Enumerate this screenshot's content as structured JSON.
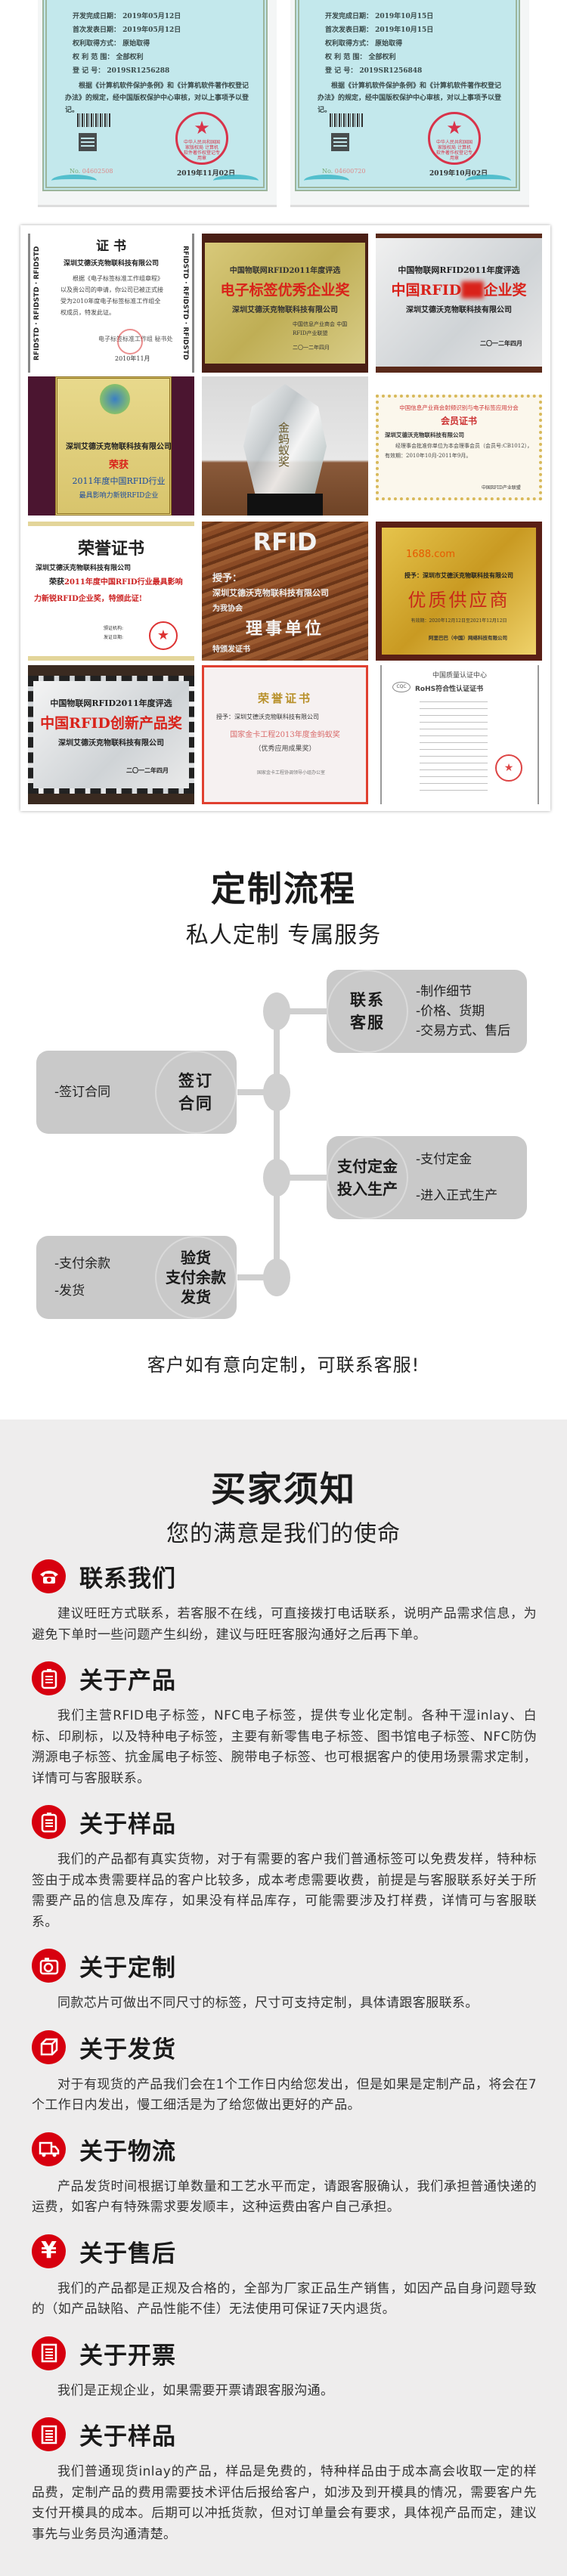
{
  "software_certs": [
    {
      "rows": [
        "开发完成日期：  2019年05月12日",
        "首次发表日期：  2019年05月12日",
        "权利取得方式：  原始取得",
        "权 利 范 围：  全部权利",
        "登   记   号：  2019SR1256288"
      ],
      "para": "根据《计算机软件保护条例》和《计算机软件著作权登记办法》的规定，经中国版权保护中心审核，对以上事项予以登记。",
      "seal": "中华人民共和国国家版权局 计算机软件著作权登记专用章",
      "no_label": "No.",
      "no": "04602508",
      "date": "2019年11月02日"
    },
    {
      "rows": [
        "开发完成日期：  2019年10月15日",
        "首次发表日期：  2019年10月15日",
        "权利取得方式：  原始取得",
        "权 利 范 围：  全部权利",
        "登   记   号：  2019SR1256848"
      ],
      "para": "根据《计算机软件保护条例》和《计算机软件著作权登记办法》的规定，经中国版权保护中心审核，对以上事项予以登记。",
      "seal": "中华人民共和国国家版权局 计算机软件著作权登记专用章",
      "no_label": "No.",
      "no": "04600720",
      "date": "2019年10月02日"
    }
  ],
  "honors": {
    "c1": {
      "title": "证 书",
      "company": "深圳艾德沃克物联科技有限公司",
      "body": "根据《电子标签标准工作组章程》以及贵公司的申请，你公司已被正式接受为2010年度电子标签标准工作组全权成员，特发此证。",
      "issuer": "电子标签标准工作组 秘书处",
      "date": "2010年11月",
      "side": "RFIDSTD · RFIDSTD · RFIDSTD"
    },
    "c2": {
      "top": "中国物联网RFID2011年度评选",
      "award": "电子标签优秀企业奖",
      "company": "深圳艾德沃克物联科技有限公司",
      "issuer": "中国信息产业商会 中国RFID产业联盟",
      "date": "二〇一二年四月"
    },
    "c3": {
      "top": "中国物联网RFID2011年度评选",
      "award_a": "中国RFID",
      "award_b": "企业奖",
      "company": "深圳艾德沃克物联科技有限公司",
      "date": "二〇一二年四月"
    },
    "c4": {
      "company": "深圳艾德沃克物联科技有限公司",
      "won": "荣获",
      "line1": "2011年度中国RFID行业",
      "line2": "最具影响力新锐RFID企业"
    },
    "c5": {
      "text": "金蚂蚁奖"
    },
    "c6": {
      "org": "中国信息产业商会射频识别与电子标签应用分会",
      "title": "会员证书",
      "company": "深圳艾德沃克物联科技有限公司",
      "body": "经理事会批准你单位为本会理事会员（会员号:CB1012），有效期：2010年10月-2011年9月。",
      "issuer": "中国RFID产业联盟"
    },
    "c7": {
      "title": "荣誉证书",
      "company": "深圳艾德沃克物联科技有限公司",
      "won": "荣获",
      "body": "2011年度中国RFID行业最具影响力新锐RFID企业奖，特颁此证!",
      "issuer": "颁证机构:",
      "date": "发证日期:"
    },
    "c8": {
      "logo": "RFID",
      "grant": "授予：",
      "company": "深圳艾德沃克物联科技有限公司",
      "assoc": "为我协会",
      "role": "理事单位",
      "note": "特颁发证书"
    },
    "c9": {
      "logo": "1688.com",
      "grant": "授予：深圳市艾德沃克物联科技有限公司",
      "award": "优质供应商",
      "valid": "有效期：2020年12月12日至2021年12月12日",
      "issuer": "阿里巴巴（中国）网络科技有限公司"
    },
    "c10": {
      "top": "中国物联网RFID2011年度评选",
      "award": "中国RFID创新产品奖",
      "company": "深圳艾德沃克物联科技有限公司",
      "date": "二〇一二年四月"
    },
    "c11": {
      "title": "荣誉证书",
      "grant": "授予：深圳艾德沃克物联科技有限公司",
      "award": "国家金卡工程2013年度金蚂蚁奖",
      "sub": "（优秀应用成果奖）",
      "issuer": "国家金卡工程协调领导小组办公室"
    },
    "c12": {
      "org": "中国质量认证中心",
      "logo": "CQC",
      "title": "RoHS符合性认证证书"
    }
  },
  "flow": {
    "title": "定制流程",
    "subtitle": "私人定制 专属服务",
    "steps": [
      {
        "title_lines": [
          "联系",
          "客服"
        ],
        "items": [
          "-制作细节",
          "-价格、货期",
          "-交易方式、售后"
        ]
      },
      {
        "title_lines": [
          "签订",
          "合同"
        ],
        "items": [
          "-签订合同"
        ]
      },
      {
        "title_lines": [
          "支付定金",
          "投入生产"
        ],
        "items": [
          "-支付定金",
          "-进入正式生产"
        ]
      },
      {
        "title_lines": [
          "验货",
          "支付余款",
          "发货"
        ],
        "items": [
          "-支付余款",
          "-发货"
        ]
      }
    ],
    "footer": "客户如有意向定制，可联系客服!"
  },
  "notice": {
    "title": "买家须知",
    "subtitle": "您的满意是我们的使命",
    "accent": "#d7000f",
    "sections": [
      {
        "icon": "phone-icon",
        "title": "联系我们",
        "body": "建议旺旺方式联系，若客服不在线，可直接拨打电话联系，说明产品需求信息，为避免下单时一些问题产生纠纷，建议与旺旺客服沟通好之后再下单。"
      },
      {
        "icon": "clipboard-icon",
        "title": "关于产品",
        "body": "我们主营RFID电子标签，NFC电子标签，提供专业化定制。各种干湿inlay、白标、印刷标，以及特种电子标签，主要有新零售电子标签、图书馆电子标签、NFC防伪溯源电子标签、抗金属电子标签、腕带电子标签、也可根据客户的使用场景需求定制，详情可与客服联系。"
      },
      {
        "icon": "clipboard-icon",
        "title": "关于样品",
        "body": "我们的产品都有真实货物，对于有需要的客户我们普通标签可以免费发样，特种标签由于成本贵需要样品的客户比较多，成本考虑需要收费，前提是与客服联系好关于所需要产品的信息及库存，如果没有样品库存，可能需要涉及打样费，详情可与客服联系。"
      },
      {
        "icon": "camera-icon",
        "title": "关于定制",
        "body": "同款芯片可做出不同尺寸的标签，尺寸可支持定制，具体请跟客服联系。"
      },
      {
        "icon": "box-icon",
        "title": "关于发货",
        "body": "对于有现货的产品我们会在1个工作日内给您发出，但是如果是定制产品，将会在7个工作日内发出，慢工细活是为了给您做出更好的产品。"
      },
      {
        "icon": "truck-icon",
        "title": "关于物流",
        "body": "产品发货时间根据订单数量和工艺水平而定，请跟客服确认，我们承担普通快递的运费，如客户有特殊需求要发顺丰，这种运费由客户自己承担。"
      },
      {
        "icon": "yen-icon",
        "title": "关于售后",
        "body": "我们的产品都是正规及合格的，全部为厂家正品生产销售，如因产品自身问题导致的（如产品缺陷、产品性能不佳）无法使用可保证7天内退货。"
      },
      {
        "icon": "document-icon",
        "title": "关于开票",
        "body": "我们是正规企业，如果需要开票请跟客服沟通。"
      },
      {
        "icon": "document-icon",
        "title": "关于样品",
        "body": "我们普通现货inlay的产品，样品是免费的，特种样品由于成本高会收取一定的样品费，定制产品的费用需要技术评估后报给客户，如涉及到开模具的情况，需要客户先支付开模具的成本。后期可以冲抵货款，但对订单量会有要求，具体视产品而定，建议事先与业务员沟通清楚。"
      }
    ]
  }
}
